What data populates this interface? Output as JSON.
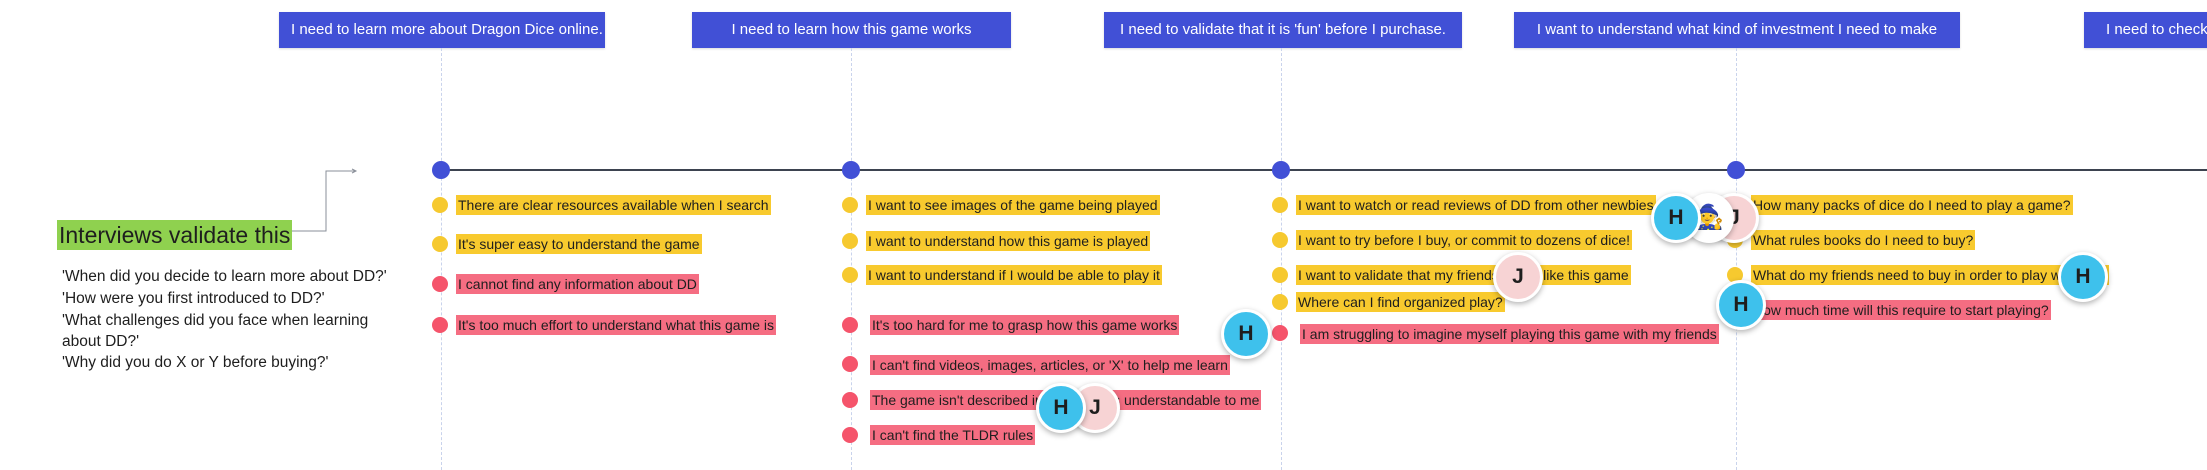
{
  "steps": [
    {
      "label": "I need to learn more about Dragon Dice online."
    },
    {
      "label": "I need to learn how this game works"
    },
    {
      "label": "I need to validate that it is 'fun' before I purchase."
    },
    {
      "label": "I want to understand what kind of investment I need to make"
    },
    {
      "label": "I need to check"
    }
  ],
  "interviews": {
    "title": "Interviews validate this",
    "questions": [
      "'When did you decide to learn more about DD?'",
      "'How were you first introduced to DD?'",
      "'What challenges did you face when learning about DD?'",
      "'Why did you do X or Y before buying?'"
    ]
  },
  "notes": {
    "col1": [
      {
        "text": "There are clear resources available when I search",
        "type": "positive"
      },
      {
        "text": "It's super easy to understand the game",
        "type": "positive"
      },
      {
        "text": "I cannot find any information about DD",
        "type": "negative"
      },
      {
        "text": "It's too much effort to understand what this game is",
        "type": "negative"
      }
    ],
    "col2": [
      {
        "text": "I want to see images of the game being played",
        "type": "positive"
      },
      {
        "text": "I want to understand how this game is played",
        "type": "positive"
      },
      {
        "text": "I want to understand if I would be able to play it",
        "type": "positive"
      },
      {
        "text": "It's too hard for me to grasp how this game works",
        "type": "negative"
      },
      {
        "text": "I can't find videos, images, articles, or 'X' to help me learn",
        "type": "negative"
      },
      {
        "text": "The game isn't described in a way that's understandable to me",
        "type": "negative"
      },
      {
        "text": "I can't find the TLDR rules",
        "type": "negative"
      }
    ],
    "col3": [
      {
        "text": "I want to watch or read reviews of DD from other newbies",
        "type": "positive"
      },
      {
        "text": "I want to try before I buy, or commit to dozens of dice!",
        "type": "positive"
      },
      {
        "text": "I want to validate that my friends would like this game",
        "type": "positive"
      },
      {
        "text": "Where can I find organized play?",
        "type": "positive"
      },
      {
        "text": "I am struggling to imagine myself playing this game with my friends",
        "type": "negative"
      }
    ],
    "col4": [
      {
        "text": "How many packs of dice do I need to play a game?",
        "type": "positive"
      },
      {
        "text": "What rules books do I need to buy?",
        "type": "positive"
      },
      {
        "text": "What do my friends need to buy in order to play with me?",
        "type": "positive"
      },
      {
        "text": "How much time will this require to start playing?",
        "type": "negative"
      }
    ]
  },
  "avatars": {
    "h": "H",
    "j": "J",
    "wizard": "🧙"
  },
  "colors": {
    "step_header": "#4150d6",
    "positive": "#f8ca2e",
    "negative": "#f56d82",
    "interviews_highlight": "#8fd14f",
    "avatar_h": "#3ec1ec",
    "avatar_j": "#f7d3d4"
  }
}
